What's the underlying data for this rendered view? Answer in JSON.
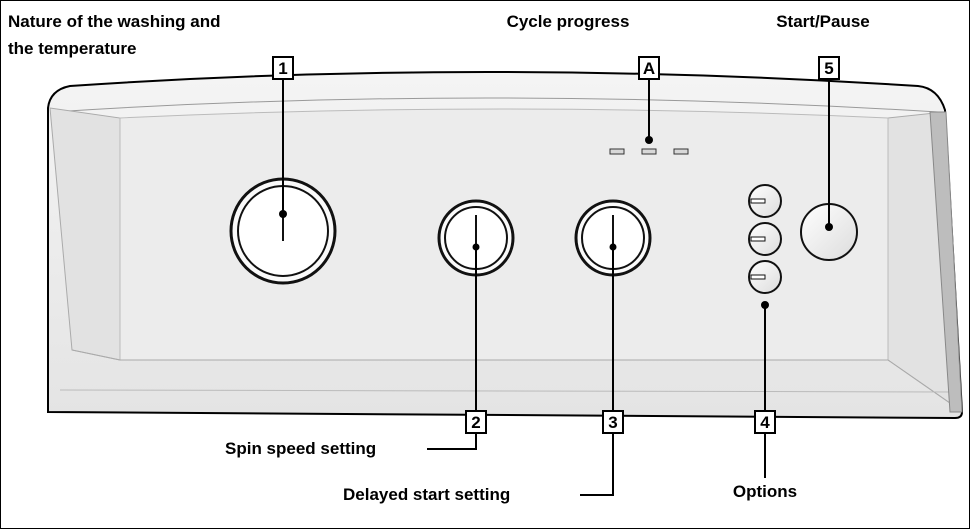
{
  "labels": {
    "nature_line1": "Nature of the washing and",
    "nature_line2": "the temperature",
    "cycle_progress": "Cycle progress",
    "start_pause": "Start/Pause",
    "spin_speed": "Spin speed setting",
    "delayed_start": "Delayed start setting",
    "options": "Options"
  },
  "callouts": {
    "c1": "1",
    "cA": "A",
    "c5": "5",
    "c2": "2",
    "c3": "3",
    "c4": "4"
  },
  "colors": {
    "panel_fill": "#eeeeee",
    "panel_inner": "#e6e6e6",
    "outline": "#000000",
    "knob_ring": "#111111"
  },
  "icons": [
    "program-knob",
    "spin-knob",
    "delay-knob",
    "option-button",
    "start-pause-button",
    "progress-led"
  ]
}
